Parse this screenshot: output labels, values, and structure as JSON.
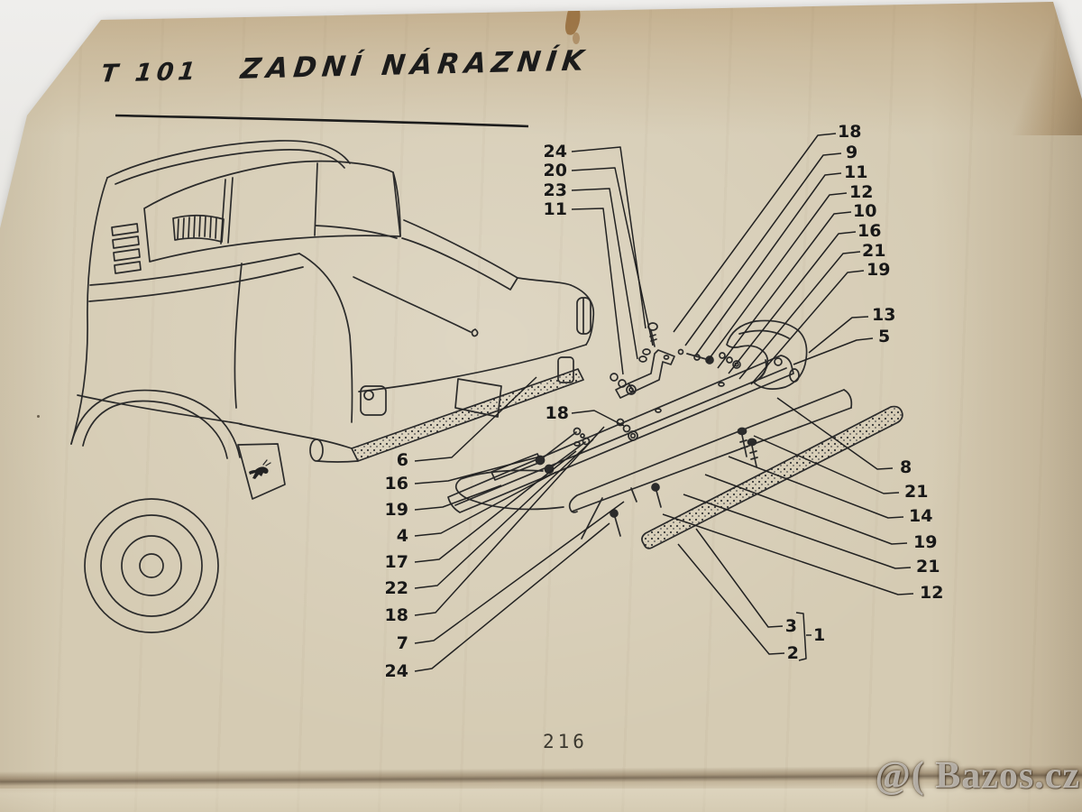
{
  "header": {
    "code": "T 101",
    "title": "ZADNÍ NÁRAZNÍK"
  },
  "footer": {
    "page_number": "216"
  },
  "watermark": {
    "text": "@( Bazos.cz",
    "color": "#ffffff"
  },
  "colors": {
    "ink": "#1f1f1f",
    "paper": "#d5cbb3",
    "photo_background": "#e9e8e4"
  },
  "callouts": {
    "top_left": [
      "24",
      "20",
      "23",
      "11"
    ],
    "top_right": [
      "18",
      "9",
      "11",
      "12",
      "10",
      "16",
      "21",
      "19"
    ],
    "mid_right": [
      "13",
      "5"
    ],
    "low_right": [
      "8",
      "21",
      "14",
      "19",
      "21",
      "12"
    ],
    "left_col": [
      "6",
      "16",
      "19",
      "4",
      "17",
      "22",
      "18",
      "7",
      "24"
    ],
    "mid": [
      "18"
    ],
    "bottom": [
      "3",
      "2",
      "1"
    ]
  }
}
